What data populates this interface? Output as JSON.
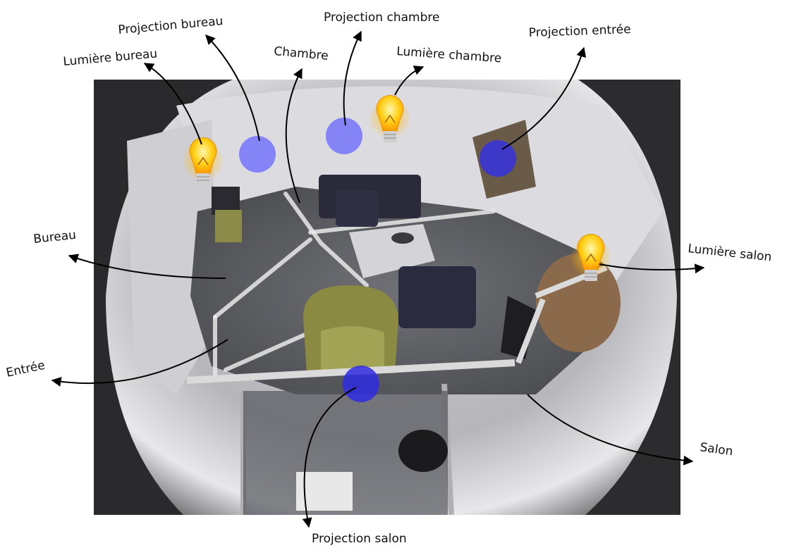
{
  "labels": {
    "lumiere_bureau": "Lumière bureau",
    "projection_bureau": "Projection bureau",
    "chambre": "Chambre",
    "projection_chambre": "Projection chambre",
    "lumiere_chambre": "Lumière chambre",
    "projection_entree": "Projection entrée",
    "bureau": "Bureau",
    "lumiere_salon": "Lumière salon",
    "entree": "Entrée",
    "salon": "Salon",
    "projection_salon": "Projection salon"
  },
  "colors": {
    "projection_light": "#7c7cf8",
    "projection_dark": "#3a34d6",
    "bulb": "#ffd21a",
    "floor": "#6a6c70",
    "wall": "#d8d8dc"
  },
  "icons": [
    "light-bulb-icon",
    "projection-spot-icon"
  ]
}
